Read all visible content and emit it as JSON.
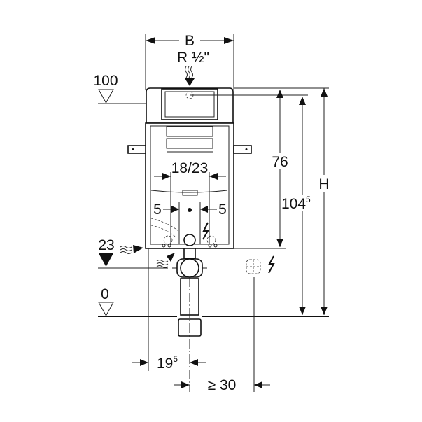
{
  "drawing": {
    "width_label": "B",
    "water_connection_label": "R ½\"",
    "level_100": "100",
    "level_23": "23",
    "level_0": "0",
    "dim_18_23": "18/23",
    "dim_5_left": "5",
    "dim_5_right": "5",
    "dim_76": "76",
    "dim_104_main": "104",
    "dim_104_sup": "5",
    "height_label": "H",
    "dim_19_main": "19",
    "dim_19_sup": "5",
    "dim_min_30": "≥ 30"
  }
}
